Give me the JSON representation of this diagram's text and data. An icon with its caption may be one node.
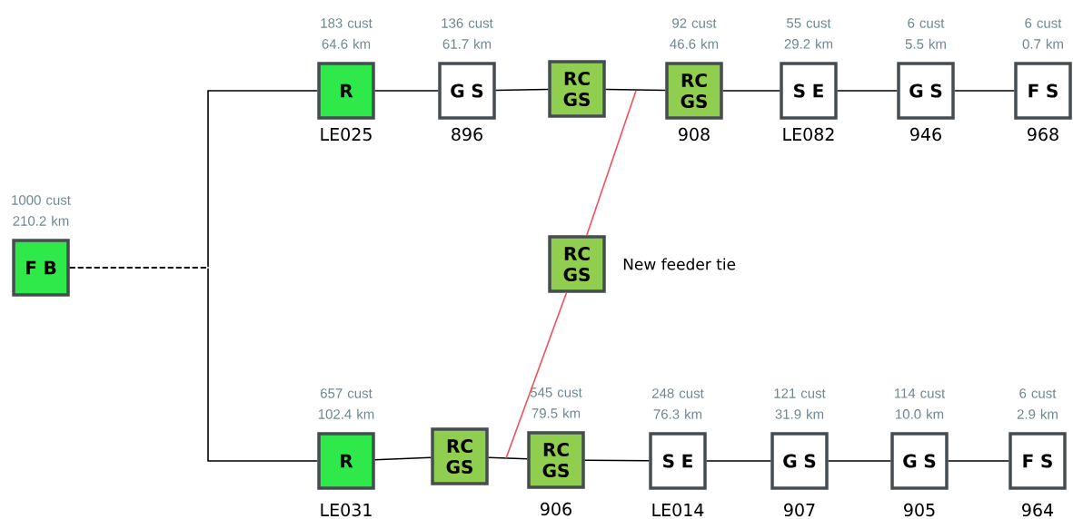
{
  "diagram": {
    "nodes": [
      {
        "text": [
          "F B"
        ],
        "beside": [
          "1000 cust 210.2 km"
        ]
      },
      {
        "text": [
          "R"
        ],
        "beside": [
          "183 cust 64.6 km",
          "LE025"
        ]
      },
      {
        "text": [
          "G S"
        ],
        "beside": [
          "136 cust 61.7 km",
          "896"
        ]
      },
      {
        "text": [
          "RC GS"
        ]
      },
      {
        "text": [
          "RC GS"
        ],
        "beside": [
          "92 cust 46.6 km",
          "908"
        ]
      },
      {
        "text": [
          "S E"
        ],
        "beside": [
          "55 cust 29.2 km",
          "LE082"
        ]
      },
      {
        "text": [
          "G S"
        ],
        "beside": [
          "6 cust 5.5 km",
          "946"
        ]
      },
      {
        "text": [
          "F S"
        ],
        "beside": [
          "6 cust 0.7 km",
          "968"
        ]
      },
      {
        "text": [
          "RC GS"
        ],
        "beside": [
          "New feeder tie"
        ]
      },
      {
        "text": [
          "R"
        ],
        "beside": [
          "657 cust 102.4 km",
          "LE031"
        ]
      },
      {
        "text": [
          "RC GS"
        ]
      },
      {
        "text": [
          "RC GS"
        ],
        "beside": [
          "545 cust 79.5 km",
          "906"
        ]
      },
      {
        "text": [
          "S E"
        ],
        "beside": [
          "248 cust 76.3 km",
          "LE014"
        ]
      },
      {
        "text": [
          "G S"
        ],
        "beside": [
          "121 cust 31.9 km",
          "907"
        ]
      },
      {
        "text": [
          "G S"
        ],
        "beside": [
          "114 cust 10.0 km",
          "905"
        ]
      },
      {
        "text": [
          "F S"
        ],
        "beside": [
          "6 cust 2.9 km",
          "964"
        ]
      }
    ],
    "edges": [
      {
        "from": 0,
        "to": 1,
        "arrow": "none",
        "style": "dashed"
      },
      {
        "from": 0,
        "to": 9,
        "arrow": "none",
        "style": "dashed"
      },
      {
        "from": 1,
        "to": 2,
        "arrow": "none"
      },
      {
        "from": 2,
        "to": 3,
        "arrow": "none"
      },
      {
        "from": 3,
        "to": 4,
        "arrow": "none"
      },
      {
        "from": 4,
        "to": 5,
        "arrow": "none"
      },
      {
        "from": 5,
        "to": 6,
        "arrow": "none"
      },
      {
        "from": 6,
        "to": 7,
        "arrow": "none"
      },
      {
        "from": 9,
        "to": 10,
        "arrow": "none"
      },
      {
        "from": 10,
        "to": 11,
        "arrow": "none"
      },
      {
        "from": 11,
        "to": 12,
        "arrow": "none"
      },
      {
        "from": 12,
        "to": 13,
        "arrow": "none"
      },
      {
        "from": 13,
        "to": 14,
        "arrow": "none"
      },
      {
        "from": 14,
        "to": 15,
        "arrow": "none"
      },
      {
        "from": 8,
        "to": null,
        "arrow": "none",
        "color": "#f0505a"
      },
      {
        "from": 8,
        "to": null,
        "arrow": "none",
        "color": "#f0505a"
      }
    ]
  }
}
